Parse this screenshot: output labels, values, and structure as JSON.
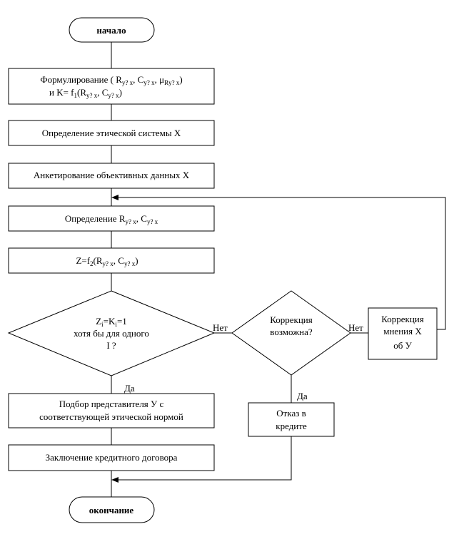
{
  "start": "начало",
  "end": "окончание",
  "box1": {
    "line1_prefix": "Формулирование ( R",
    "line1_sub1": "у? х",
    "line1_mid1": ", C",
    "line1_sub2": "у? х",
    "line1_mid2": ", μ",
    "line1_sub3": "Rу? х",
    "line1_suffix": ")",
    "line2_prefix": "и K= f",
    "line2_sub_f": "1",
    "line2_mid": "(R",
    "line2_sub1": "у? х",
    "line2_mid2": ", C",
    "line2_sub2": "у? х",
    "line2_suffix": ")"
  },
  "box2": "Определение этической системы Х",
  "box3": "Анкетирование объективных данных Х",
  "box4": {
    "prefix": "Определение R",
    "sub1": "у? х",
    "mid": ", C",
    "sub2": "у? х"
  },
  "box5": {
    "prefix": "Z=f",
    "sub_f": "2",
    "mid": "(R",
    "sub1": "у? х",
    "mid2": ", C",
    "sub2": "у? х",
    "suffix": ")"
  },
  "diamond1": {
    "line1_z": "Z",
    "line1_sub_i1": "i",
    "line1_eq": "=K",
    "line1_sub_i2": "i",
    "line1_tail": "=1",
    "line2": "хотя бы для одного",
    "line3": "I ?"
  },
  "diamond2": {
    "line1": "Коррекция",
    "line2": "возможна?"
  },
  "box_correction": {
    "line1": "Коррекция",
    "line2": "мнения Х",
    "line3": "об У"
  },
  "box_refusal": {
    "line1": "Отказ в",
    "line2": "кредите"
  },
  "box_select": {
    "line1": "Подбор представителя   У с",
    "line2": "соответствующей этической нормой"
  },
  "box_contract": "Заключение кредитного договора",
  "label_no1": "Нет",
  "label_no2": "Нет",
  "label_yes1": "Да",
  "label_yes2": "Да"
}
